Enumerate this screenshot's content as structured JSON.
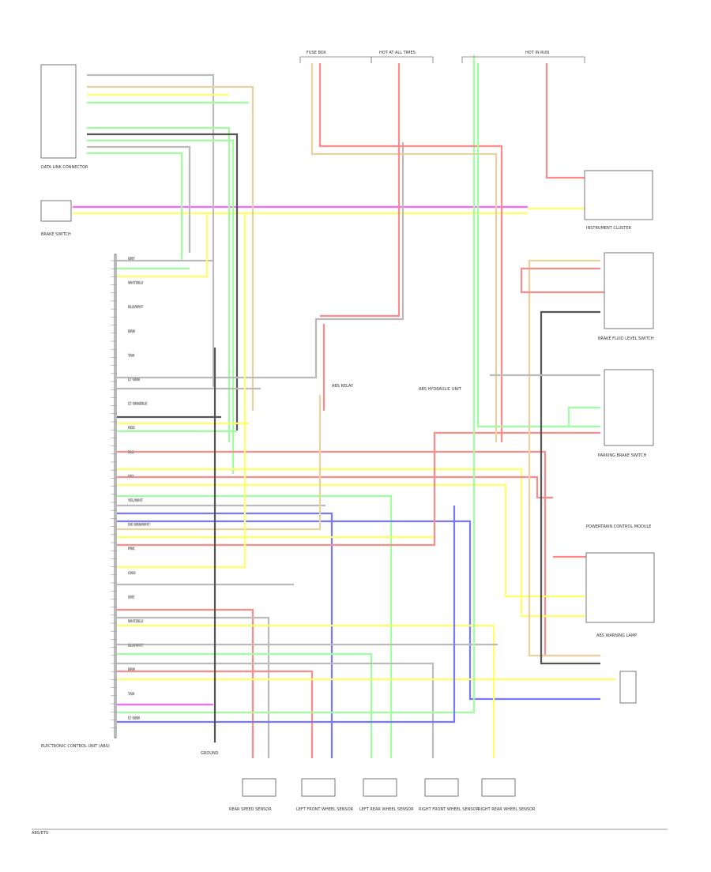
{
  "diagram": {
    "footer_text": "ABS/ETS",
    "colors": {
      "wire_pink": "#ff66ff",
      "wire_red": "#ff8a8a",
      "wire_yellow": "#ffff66",
      "wire_green": "#9dff9d",
      "wire_blue": "#7777ff",
      "wire_purple": "#c05ab0",
      "wire_tan": "#e8d2a0",
      "wire_grey": "#bbbbbb",
      "wire_dark": "#555555",
      "outline": "#777777"
    },
    "blocks": {
      "top_left_connector": "DATA LINK CONNECTOR",
      "left_switch": "BRAKE SWITCH",
      "ecu": "ELECTRONIC CONTROL UNIT (ABS)",
      "right_lamp": "INSTRUMENT CLUSTER",
      "right_switch_1": "BRAKE FLUID LEVEL SWITCH",
      "right_switch_2": "PARKING BRAKE SWITCH",
      "right_relay": "POWERTRAIN CONTROL MODULE",
      "right_bottom": "ABS WARNING LAMP",
      "center_relay": "ABS RELAY",
      "center_label": "ABS HYDRAULIC UNIT",
      "fuse_top_left": "FUSE BOX",
      "fuse_top_mid": "HOT AT ALL TIMES",
      "fuse_top_right": "HOT IN RUN"
    },
    "sensors": [
      {
        "label": "REAR SPEED SENSOR"
      },
      {
        "label": "LEFT FRONT WHEEL SENSOR"
      },
      {
        "label": "LEFT REAR WHEEL SENSOR"
      },
      {
        "label": "RIGHT FRONT WHEEL SENSOR"
      },
      {
        "label": "RIGHT REAR WHEEL SENSOR"
      }
    ],
    "ground_label": "GROUND",
    "pin_labels": [
      "GRY",
      "LT GRN",
      "YEL/WHT",
      "WHT/BLU",
      "LT GRN/BLK",
      "DK GRN/WHT",
      "BLK/WHT",
      "RED",
      "PNK",
      "BRN",
      "BLU",
      "ORG",
      "TAN",
      "VIO"
    ]
  }
}
